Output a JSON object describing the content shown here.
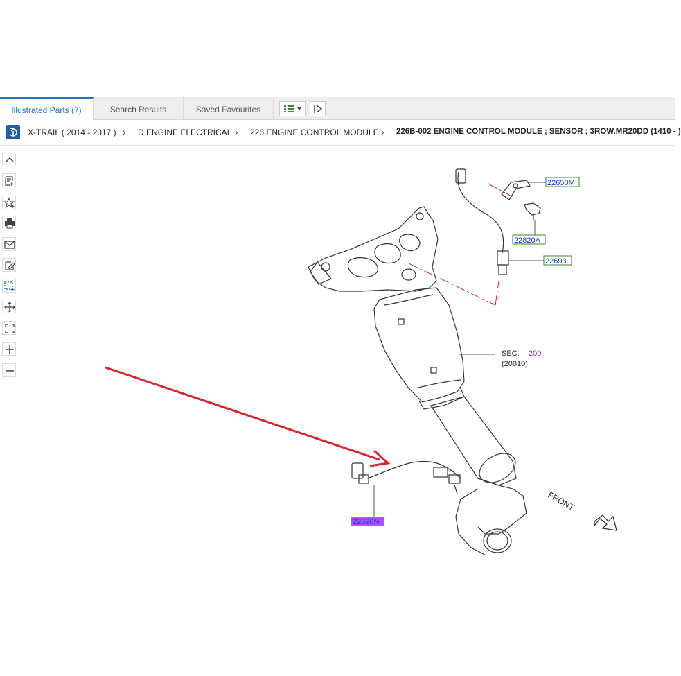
{
  "tabs": [
    {
      "label": "Illustrated Parts (7)",
      "active": true
    },
    {
      "label": "Search Results",
      "active": false
    },
    {
      "label": "Saved Favourites",
      "active": false
    }
  ],
  "breadcrumb": {
    "items": [
      "X-TRAIL ( 2014 - 2017 )",
      "D ENGINE ELECTRICAL",
      "226 ENGINE CONTROL MODULE",
      "226B-002 ENGINE CONTROL MODULE ; SENSOR ; 3ROW.MR20DD (1410 - )"
    ]
  },
  "toolbar": {
    "icons": [
      "chevron-up-icon",
      "add-note-icon",
      "favourite-add-icon",
      "print-icon",
      "email-icon",
      "edit-icon",
      "select-area-icon",
      "pan-icon",
      "fit-screen-icon",
      "zoom-in-icon",
      "zoom-out-icon"
    ]
  },
  "diagram": {
    "callouts": {
      "p22650M": "22650M",
      "p22820A": "22820A",
      "p22693": "22693",
      "p22690N": "22690N"
    },
    "sec_label": "SEC.",
    "sec_number": "200",
    "sec_ref": "(20010)",
    "front_label": "FRONT",
    "colors": {
      "callout_green": "#2e8b2e",
      "callout_blue": "#1a3ccc",
      "highlight_purple": "#b44dff",
      "arrow_red": "#d8252b",
      "sec_purple": "#8a2be2"
    }
  }
}
